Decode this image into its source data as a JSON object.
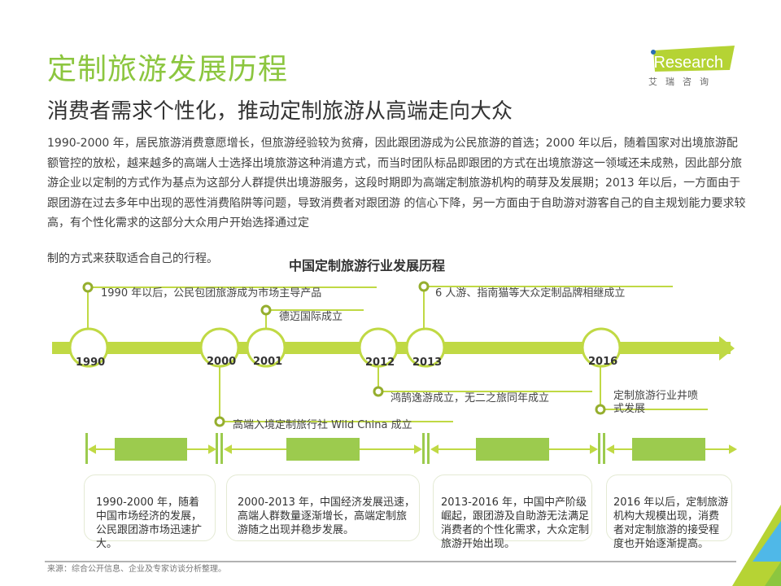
{
  "header": {
    "title": "定制旅游发展历程",
    "subtitle": "消费者需求个性化，推动定制旅游从高端走向大众"
  },
  "logo": {
    "text": "iResearch",
    "sub": "艾 瑞 咨 询"
  },
  "intro": [
    "1990-2000 年，居民旅游消费意愿增长，但旅游经验较为贫瘠，因此跟团游成为公民旅游的首选；2000 年以后，随着国家对出境旅游配额管控的放松，越来越多的高端人士选择出境旅游这种消遣方式，而当时团队标品即跟团的方式在出境旅游这一领域还未成熟，因此部分旅游企业以定制的方式作为基点为这部分人群提供出境游服务，这段时期即为高端定制旅游机构的萌芽及发展期；2013 年以后，一方面由于跟团游在过去多年中出现的恶性消费陷阱等问题，导致消费者对跟团游 的信心下降，另一方面由于自助游对游客自己的自主规划能力要求较高，有个性化需求的这部分大众用户开始选择通过定",
    "制的方式来获取适合自己的行程。"
  ],
  "timeline": {
    "title": "中国定制旅游行业发展历程",
    "years": [
      "1990",
      "2000",
      "2001",
      "2012",
      "2013",
      "2016"
    ],
    "events": [
      {
        "year": "1990",
        "text": "1990 年以后，公民包团旅游成为市场主导产品"
      },
      {
        "year": "2001",
        "text": "德迈国际成立"
      },
      {
        "year": "2012",
        "text": "鸿鹄逸游成立，无二之旅同年成立"
      },
      {
        "year": "2000",
        "text": "高端入境定制旅行社 Wild China 成立"
      },
      {
        "year": "2013",
        "text": "6 人游、指南猫等大众定制品牌相继成立"
      },
      {
        "year": "2016",
        "text": "定制旅游行业井喷式发展"
      }
    ],
    "phases": [
      {
        "desc": "1990-2000 年，随着中国市场经济的发展，公民跟团游市场迅速扩大。"
      },
      {
        "desc": "2000-2013 年，中国经济发展迅速，高端人群数量逐渐增长，高端定制旅游随之出现并稳步发展。"
      },
      {
        "desc": "2013-2016 年，中国中产阶级崛起，跟团游及自助游无法满足消费者的个性化需求，大众定制旅游开始出现。"
      },
      {
        "desc": "2016 年以后，定制旅游机构大规模出现，消费者对定制旅游的接受程度也开始逐渐提高。"
      }
    ]
  },
  "source": "来源：综合公开信息、企业及专家访谈分析整理。",
  "colors": {
    "accent": "#8cc63f",
    "timeline": "#c0d944",
    "box": "#9ccb4e"
  }
}
